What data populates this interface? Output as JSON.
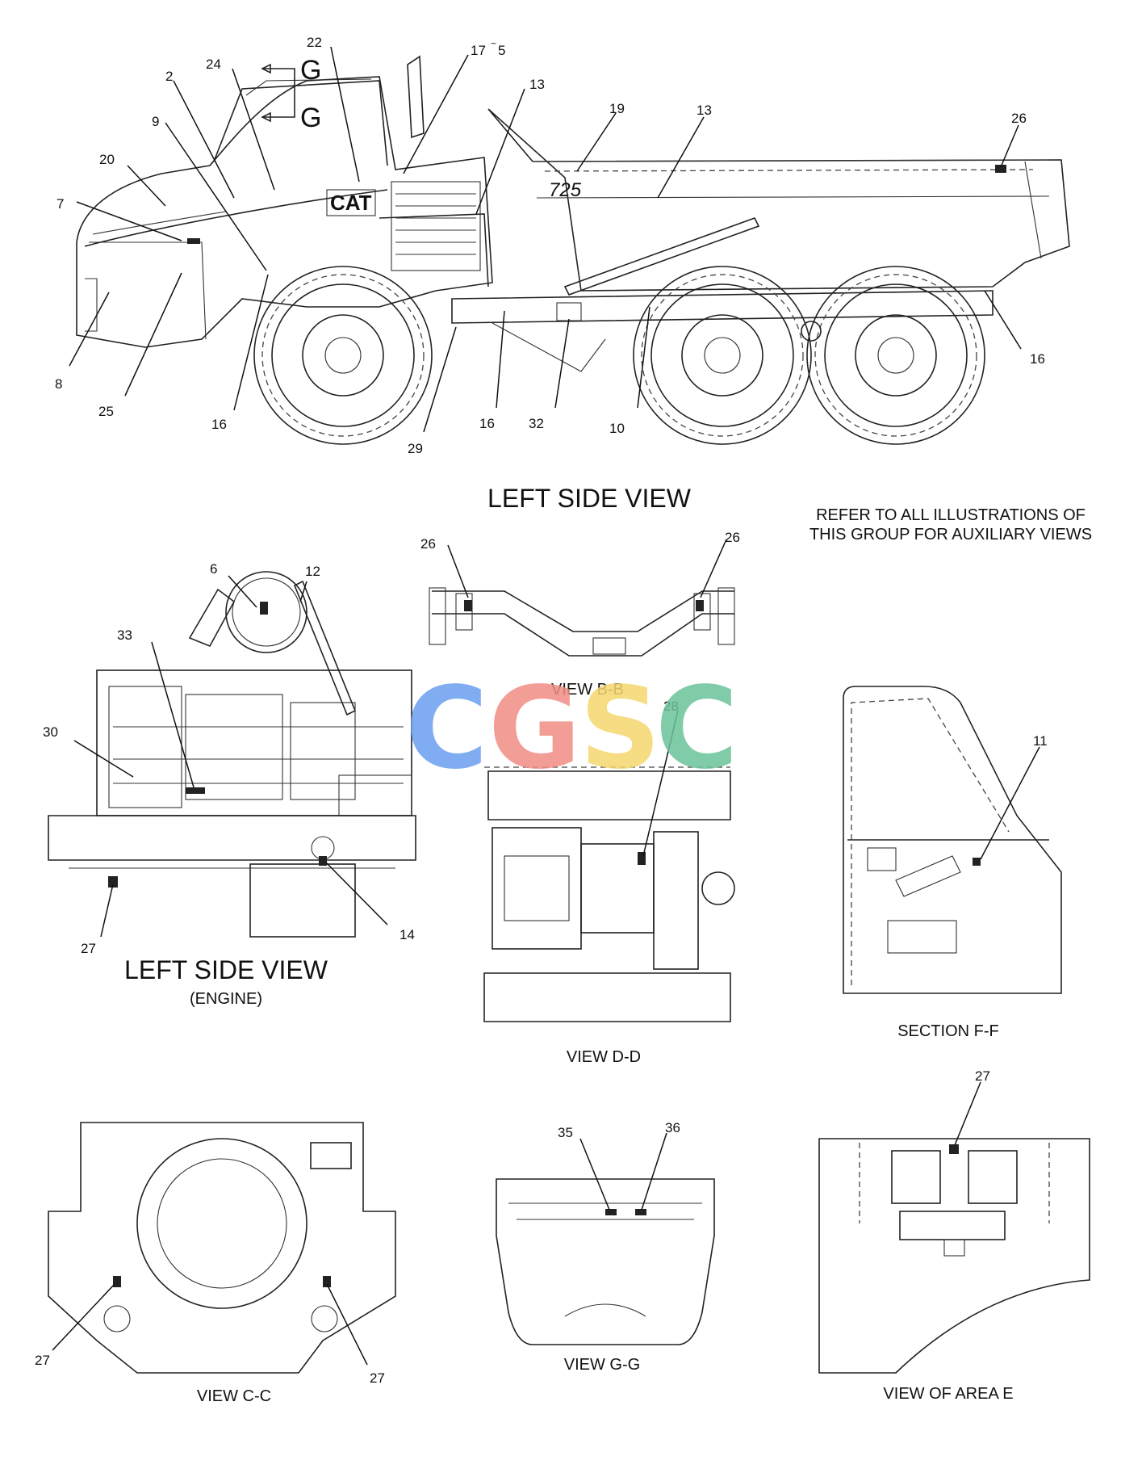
{
  "main_view": {
    "title": "LEFT SIDE VIEW",
    "callouts": [
      "2",
      "24",
      "22",
      "17",
      "5",
      "13",
      "19",
      "13",
      "26",
      "20",
      "9",
      "7",
      "8",
      "25",
      "16",
      "29",
      "16",
      "32",
      "10",
      "16"
    ],
    "section_marker_letter": "G",
    "dump_body_badge": "725",
    "brand": "CAT"
  },
  "note": {
    "line1": "REFER TO ALL ILLUSTRATIONS OF",
    "line2": "THIS GROUP FOR AUXILIARY VIEWS"
  },
  "engine_view": {
    "title": "LEFT SIDE VIEW",
    "subtitle": "(ENGINE)",
    "callouts": [
      "6",
      "12",
      "33",
      "30",
      "27",
      "14"
    ]
  },
  "view_bb": {
    "title": "VIEW B-B",
    "callouts": [
      "26",
      "26"
    ]
  },
  "view_dd": {
    "title": "VIEW D-D",
    "callouts": [
      "28"
    ]
  },
  "section_ff": {
    "title": "SECTION F-F",
    "callouts": [
      "11"
    ]
  },
  "view_cc": {
    "title": "VIEW C-C",
    "callouts": [
      "27",
      "27"
    ]
  },
  "view_gg": {
    "title": "VIEW G-G",
    "callouts": [
      "35",
      "36"
    ]
  },
  "view_area_e": {
    "title": "VIEW OF AREA E",
    "callouts": [
      "27"
    ]
  },
  "watermark": {
    "letters": [
      "C",
      "G",
      "S",
      "C"
    ],
    "colors": [
      "#6a9ff0",
      "#f08c84",
      "#f5d76e",
      "#6cc49a"
    ]
  }
}
